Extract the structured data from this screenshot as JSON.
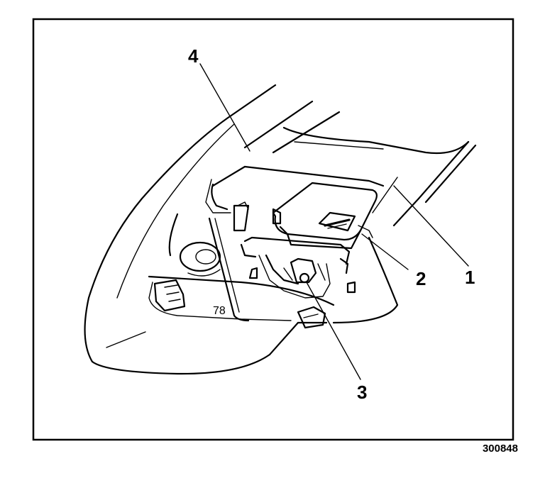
{
  "figure_id": "300848",
  "callouts": [
    {
      "id": "1",
      "label": "1"
    },
    {
      "id": "2",
      "label": "2"
    },
    {
      "id": "3",
      "label": "3"
    },
    {
      "id": "4",
      "label": "4"
    }
  ],
  "panel_text": "78"
}
